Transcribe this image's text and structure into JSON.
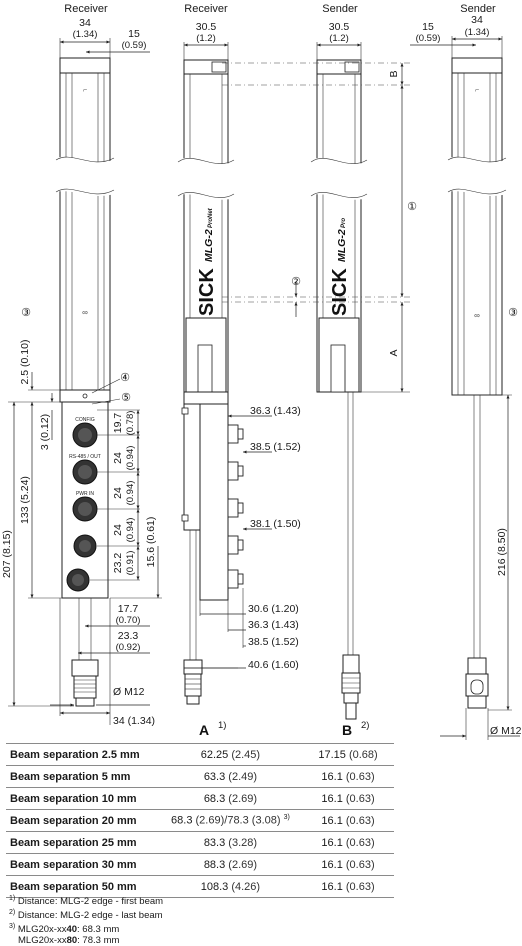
{
  "headers": {
    "receiver_1": "Receiver",
    "receiver_2": "Receiver",
    "sender_1": "Sender",
    "sender_2": "Sender"
  },
  "dims_top": {
    "d34": "34",
    "d34_in": "(1.34)",
    "d15": "15",
    "d15_in": "(0.59)",
    "d305a": "30.5",
    "d305a_in": "(1.2)",
    "d305b": "30.5",
    "d305b_in": "(1.2)",
    "d15b": "15",
    "d15b_in": "(0.59)",
    "d34b": "34",
    "d34b_in": "(1.34)"
  },
  "markers": {
    "one": "①",
    "two": "②",
    "three": "③",
    "four": "④",
    "five": "⑤",
    "a": "A",
    "b": "B"
  },
  "logo": {
    "brand": "SICK",
    "model": "MLG-2",
    "suffix_receiver": "ProNet",
    "suffix_sender": "Pro"
  },
  "dims_left": {
    "d25": "2.5 (0.10)",
    "d3": "3 (0.12)",
    "d133": "133 (5.24)",
    "d207": "207 (8.15)",
    "d197": "19.7",
    "d197_in": "(0.78)",
    "d24a": "24",
    "d24a_in": "(0.94)",
    "d24b": "24",
    "d24b_in": "(0.94)",
    "d24c": "24",
    "d24c_in": "(0.94)",
    "d232": "23.2",
    "d232_in": "(0.91)",
    "d156": "15.6 (0.61)",
    "d177": "17.7",
    "d177_in": "(0.70)",
    "d233": "23.3",
    "d233_in": "(0.92)",
    "m12": "Ø M12",
    "d34c": "34 (1.34)"
  },
  "dims_side": {
    "d363a": "36.3 (1.43)",
    "d385a": "38.5 (1.52)",
    "d381": "38.1 (1.50)",
    "d306": "30.6 (1.20)",
    "d363b": "36.3 (1.43)",
    "d385b": "38.5 (1.52)",
    "d406": "40.6 (1.60)"
  },
  "dims_right": {
    "d216": "216 (8.50)",
    "m12": "Ø M12"
  },
  "connector_labels": [
    "CONFIG",
    "RS-485 / OUT",
    "PWR IN",
    "",
    ""
  ],
  "columns": {
    "a": "A",
    "a_sup": "1)",
    "b": "B",
    "b_sup": "2)"
  },
  "table": {
    "rows": [
      {
        "label": "Beam separation 2.5 mm",
        "a": "62.25",
        "a_in": "(2.45)",
        "a_extra": "",
        "a_sup": "",
        "b": "17.15",
        "b_in": "(0.68)"
      },
      {
        "label": "Beam separation 5 mm",
        "a": "63.3",
        "a_in": "(2.49)",
        "a_extra": "",
        "a_sup": "",
        "b": "16.1",
        "b_in": "(0.63)"
      },
      {
        "label": "Beam separation 10 mm",
        "a": "68.3",
        "a_in": "(2.69)",
        "a_extra": "",
        "a_sup": "",
        "b": "16.1",
        "b_in": "(0.63)"
      },
      {
        "label": "Beam separation 20 mm",
        "a": "68.3",
        "a_in": "(2.69)",
        "a_extra": "/78.3 (3.08)",
        "a_sup": "3)",
        "b": "16.1",
        "b_in": "(0.63)"
      },
      {
        "label": "Beam separation 25 mm",
        "a": "83.3",
        "a_in": "(3.28)",
        "a_extra": "",
        "a_sup": "",
        "b": "16.1",
        "b_in": "(0.63)"
      },
      {
        "label": "Beam separation 30 mm",
        "a": "88.3",
        "a_in": "(2.69)",
        "a_extra": "",
        "a_sup": "",
        "b": "16.1",
        "b_in": "(0.63)"
      },
      {
        "label": "Beam separation 50 mm",
        "a": "108.3",
        "a_in": "(4.26)",
        "a_extra": "",
        "a_sup": "",
        "b": "16.1",
        "b_in": "(0.63)"
      }
    ]
  },
  "footnotes": {
    "n1_sup": "1)",
    "n1": "Distance: MLG-2 edge - first beam",
    "n2_sup": "2)",
    "n2": "Distance: MLG-2 edge - last beam",
    "n3_sup": "3)",
    "n3_pre": "MLG20x-xx",
    "n3_bold": "40",
    "n3_post": ": 68.3 mm",
    "n4_pre": "MLG20x-xx",
    "n4_bold": "80",
    "n4_post": ": 78.3 mm"
  }
}
